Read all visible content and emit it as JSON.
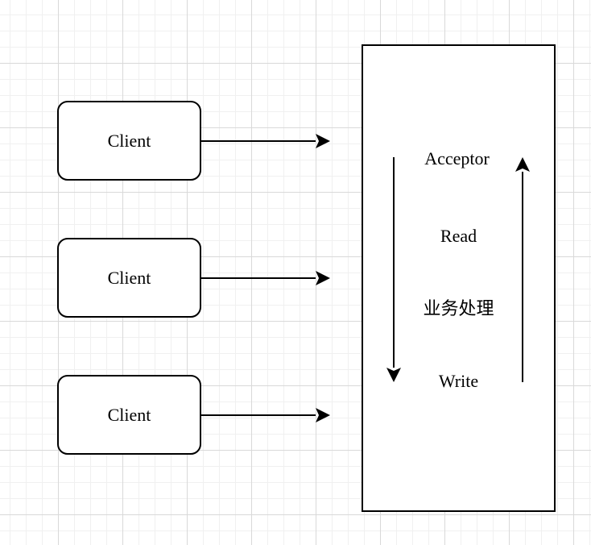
{
  "clients": [
    {
      "label": "Client"
    },
    {
      "label": "Client"
    },
    {
      "label": "Client"
    }
  ],
  "server": {
    "steps": [
      {
        "label": "Acceptor"
      },
      {
        "label": "Read"
      },
      {
        "label": "业务处理"
      },
      {
        "label": "Write"
      }
    ]
  },
  "colors": {
    "stroke": "#000000",
    "background": "#ffffff",
    "grid": "#d9d9d9"
  }
}
